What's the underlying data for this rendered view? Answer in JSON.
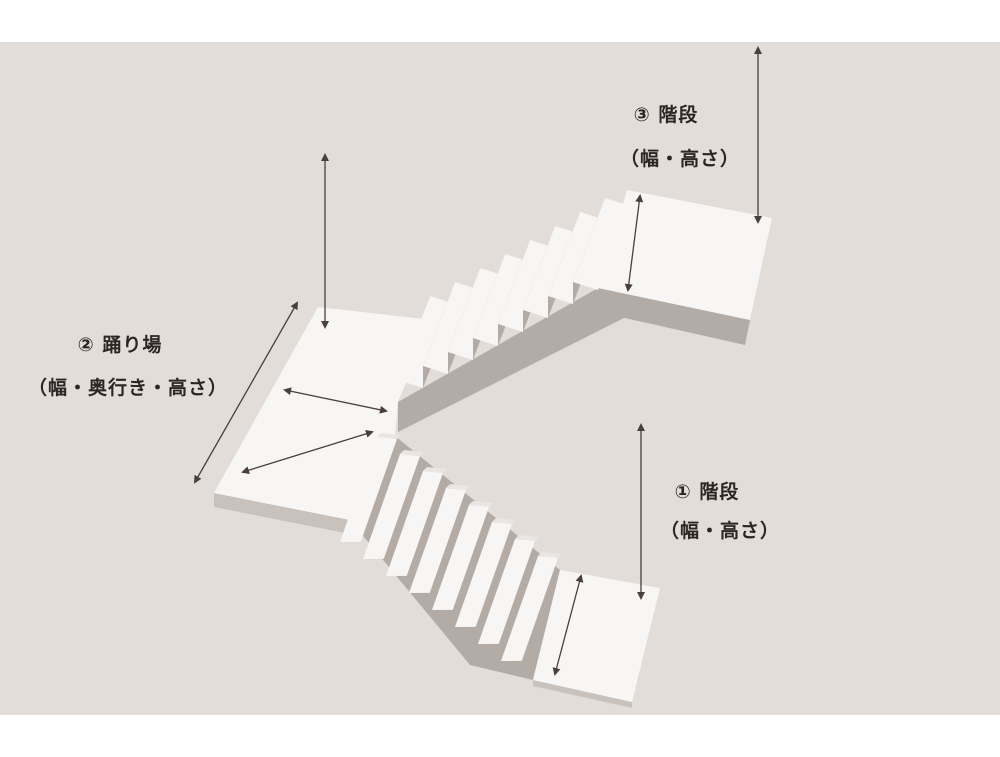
{
  "labels": {
    "stair3_title": "③ 階段",
    "stair3_sub": "（幅・高さ）",
    "landing_title": "② 踊り場",
    "landing_sub": "（幅・奥行き・高さ）",
    "stair1_title": "① 階段",
    "stair1_sub": "（幅・高さ）"
  },
  "colors": {
    "background": "#e2ddd9",
    "surface": "#f7f6f4",
    "shadow": "#b3aca6",
    "arrow": "#4a3f3c"
  }
}
